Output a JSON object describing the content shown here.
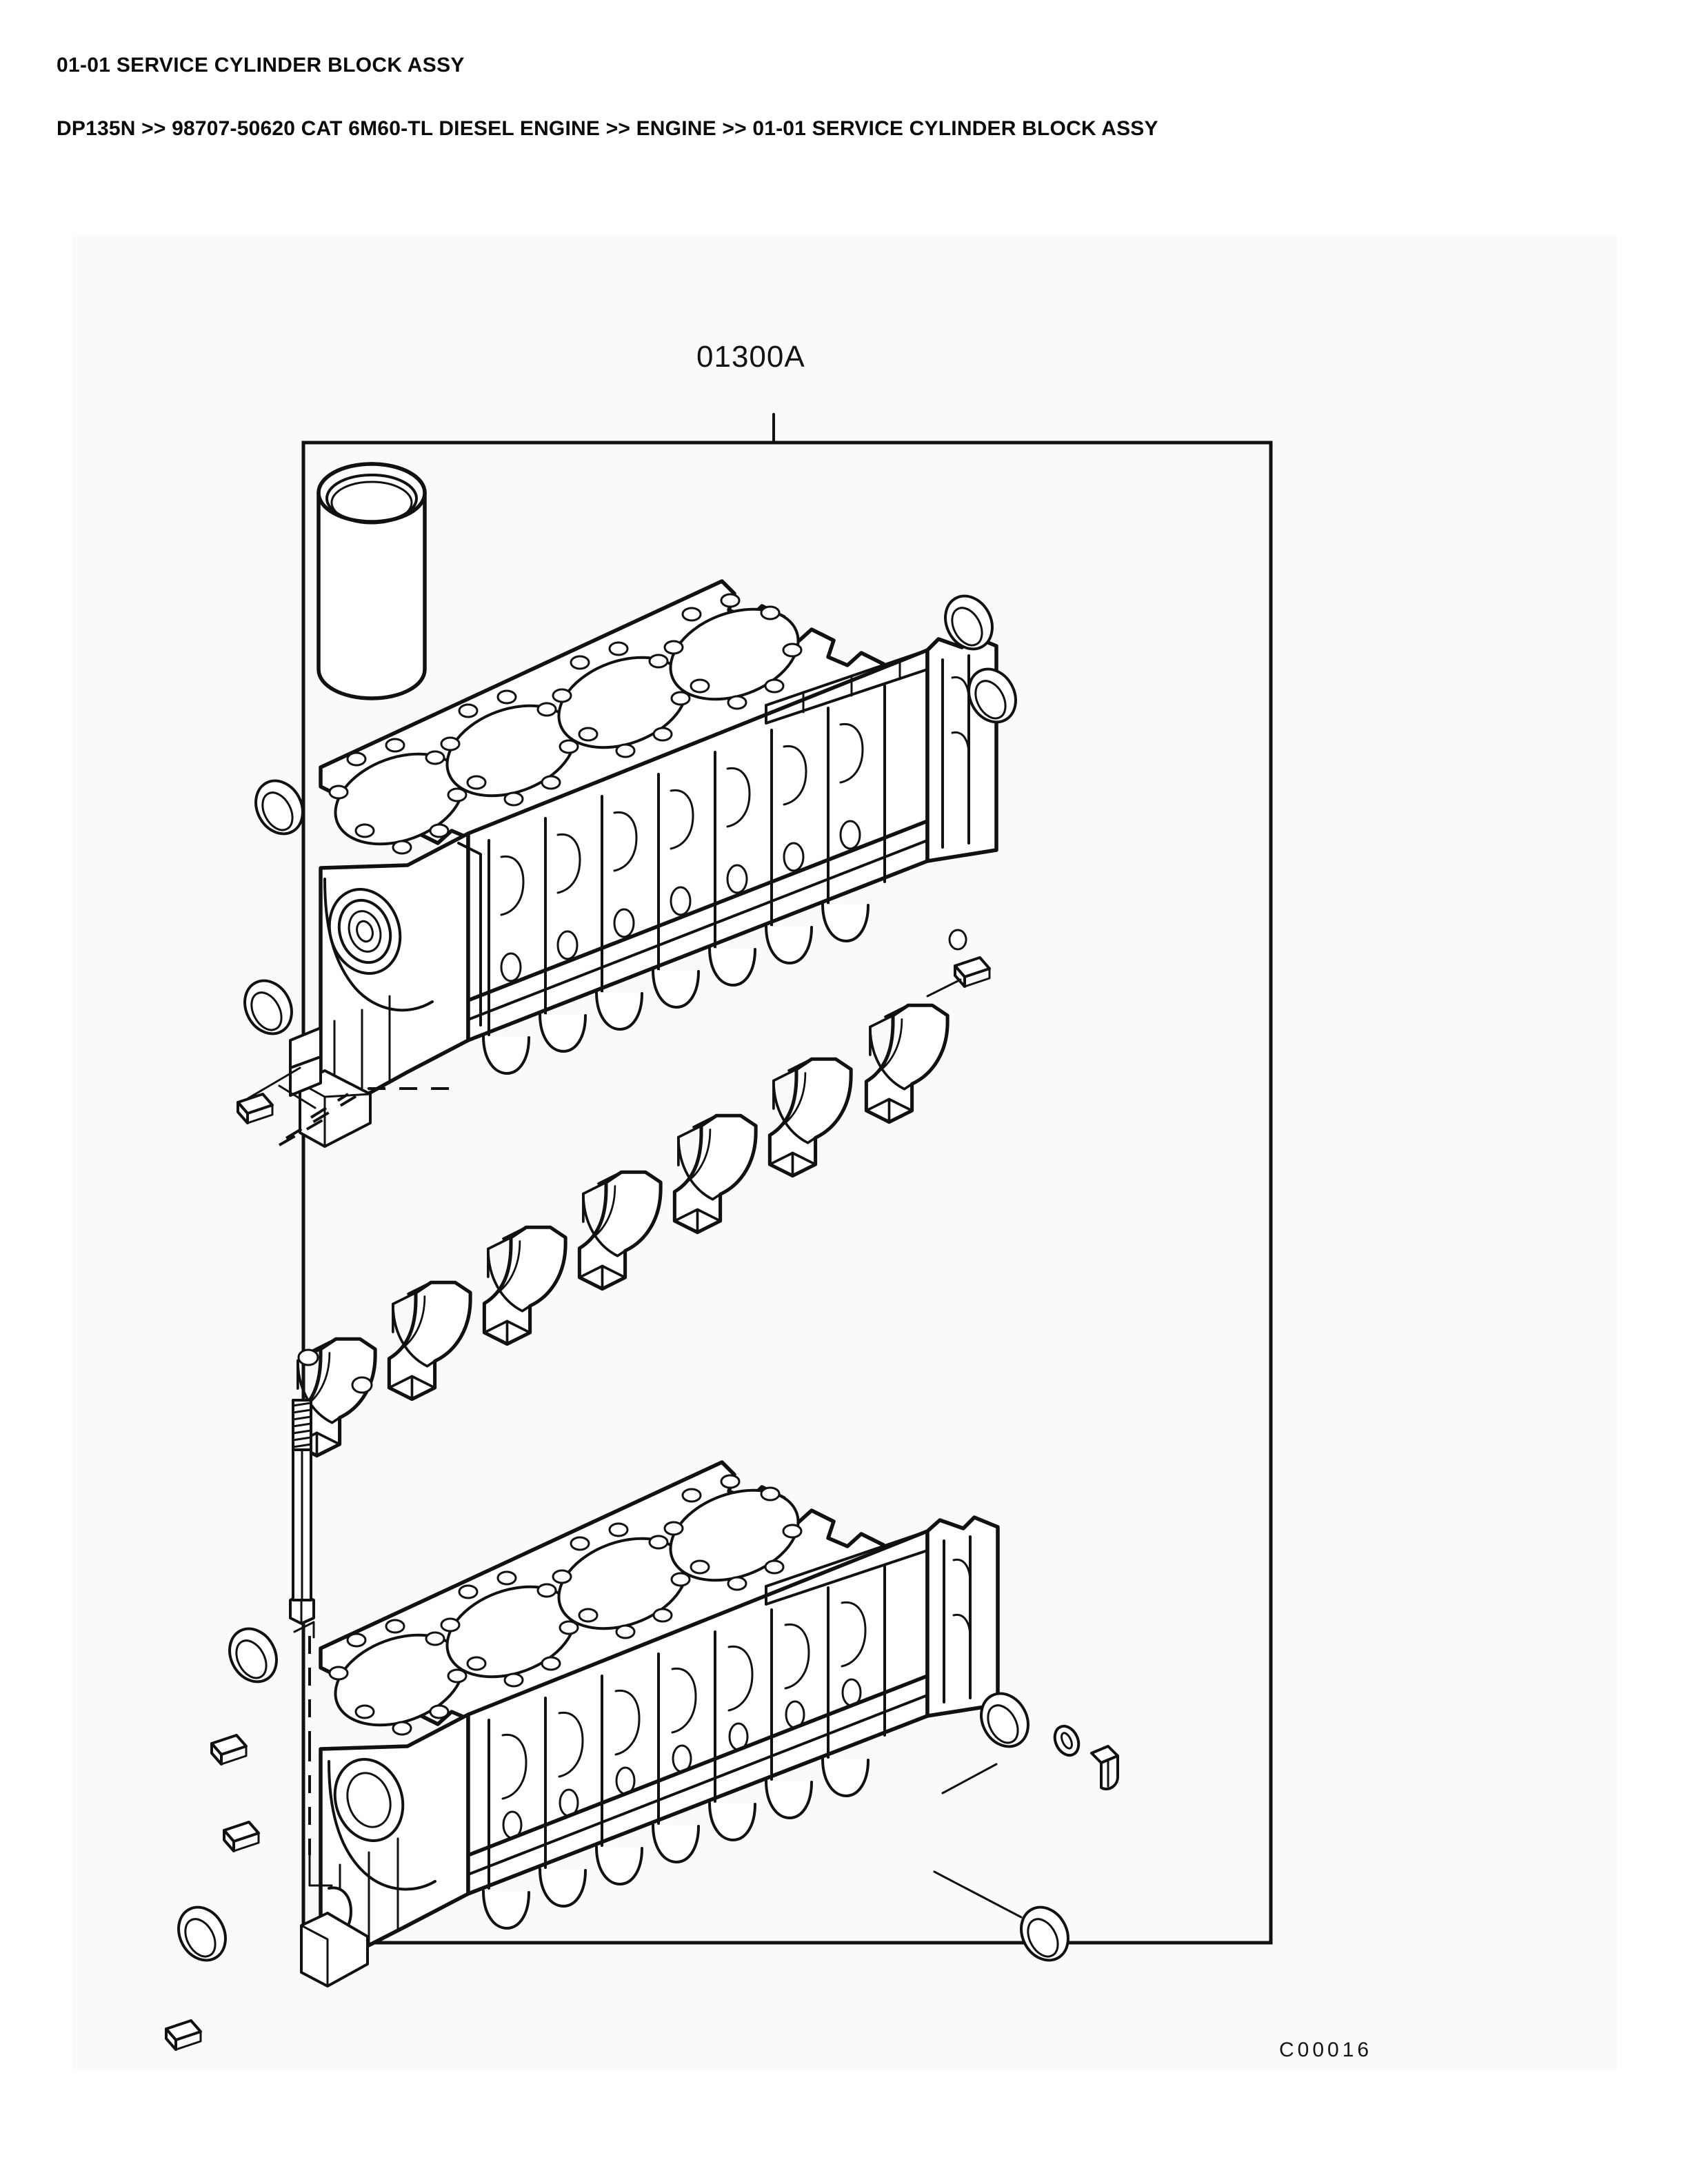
{
  "document": {
    "title": "01-01 SERVICE CYLINDER BLOCK ASSY",
    "breadcrumb": "DP135N >> 98707-50620 CAT 6M60-TL DIESEL ENGINE >> ENGINE >> 01-01 SERVICE CYLINDER BLOCK ASSY",
    "reference_code": "C00016"
  },
  "figure": {
    "group_label": "01300A",
    "callouts": [
      {
        "id": "01300A",
        "label": "01300A"
      }
    ],
    "parts_depicted": [
      "cylinder-liner-sleeve",
      "cylinder-block-upper",
      "cylinder-block-lower",
      "main-bearing-cap",
      "main-bearing-cap-bolt",
      "core-plug-cup",
      "dowel-pin",
      "oil-gallery-plug",
      "sealing-ring"
    ]
  },
  "colors": {
    "page_background": "#ffffff",
    "frame_background": "#fafafa",
    "line": "#111111",
    "text": "#0b0b0b"
  }
}
